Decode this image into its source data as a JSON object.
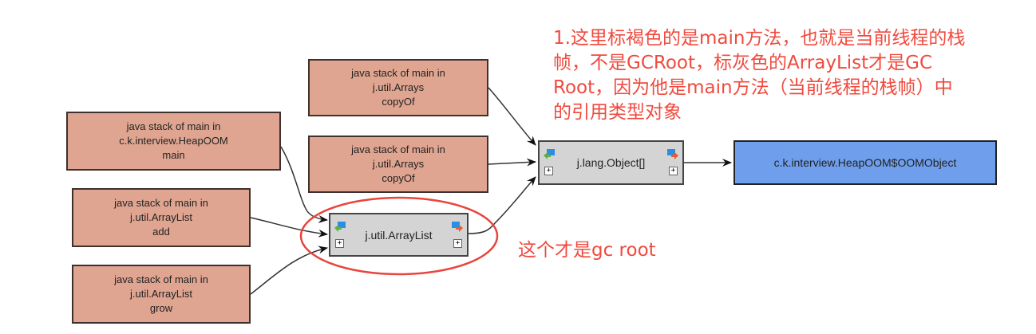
{
  "colors": {
    "stack_frame": "#e0a591",
    "object": "#d4d4d4",
    "class": "#6f9fec",
    "annotation": "#f04a3e"
  },
  "nodes": {
    "frame_main": {
      "lines": [
        "java stack of main in",
        "c.k.interview.HeapOOM",
        "main"
      ]
    },
    "frame_add": {
      "lines": [
        "java stack of main in",
        "j.util.ArrayList",
        "add"
      ]
    },
    "frame_grow": {
      "lines": [
        "java stack of main in",
        "j.util.ArrayList",
        "grow"
      ]
    },
    "frame_copyof_1": {
      "lines": [
        "java stack of main in",
        "j.util.Arrays",
        "copyOf"
      ]
    },
    "frame_copyof_2": {
      "lines": [
        "java stack of main in",
        "j.util.Arrays",
        "copyOf"
      ]
    },
    "arraylist": {
      "label": "j.util.ArrayList",
      "expand": "+"
    },
    "object_array": {
      "label": "j.lang.Object[]",
      "expand": "+"
    },
    "oom_object": {
      "label": "c.k.interview.HeapOOM$OOMObject"
    }
  },
  "annotations": {
    "note_lines": [
      "1.这里标褐色的是main方法，也就是当前线程的栈",
      "帧，不是GCRoot，标灰色的ArrayList才是GC",
      "Root，因为他是main方法（当前线程的栈帧）中",
      "的引用类型对象"
    ],
    "gc_root_label": "这个才是gc root"
  }
}
